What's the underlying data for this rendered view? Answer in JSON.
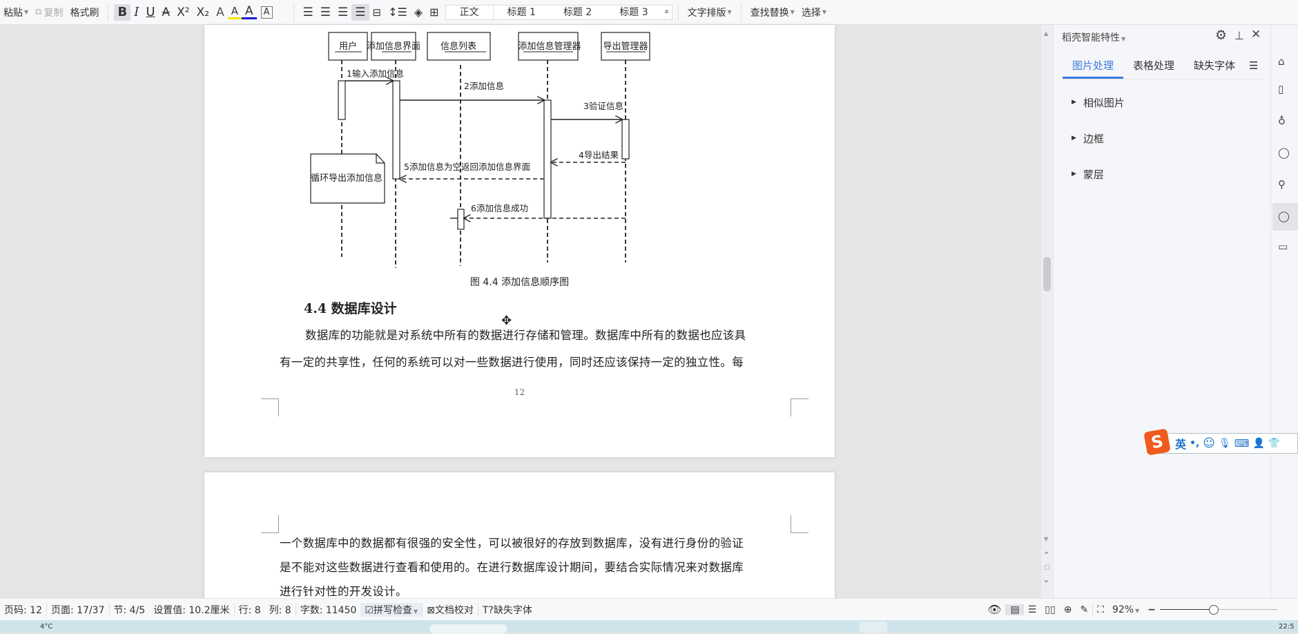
{
  "toolbar": {
    "paste": "粘贴",
    "copy": "复制",
    "format_painter": "格式刷",
    "bold": "B",
    "italic": "I",
    "underline": "U",
    "strike": "A",
    "superscript": "X²",
    "subscript": "X₂",
    "text_effect": "A",
    "highlight": "A",
    "font_color": "A",
    "char_border": "A",
    "styles": [
      "正文",
      "标题 1",
      "标题 2",
      "标题 3"
    ],
    "text_layout": "文字排版",
    "find_replace": "查找替换",
    "select": "选择"
  },
  "document": {
    "diagram": {
      "lifelines": [
        "用户",
        "添加信息界面",
        "信息列表",
        "添加信息管理器",
        "导出管理器"
      ],
      "messages": [
        "1输入添加信息",
        "2添加信息",
        "3验证信息",
        "4导出结果",
        "5添加信息为空返回添加信息界面",
        "6添加信息成功"
      ],
      "note": "循环导出添加信息"
    },
    "caption": "图 4.4  添加信息顺序图",
    "heading": "4.4  数据库设计",
    "para1_lines": [
      "数据库的功能就是对系统中所有的数据进行存储和管理。数据库中所有的数据也应该具",
      "有一定的共享性，任何的系统可以对一些数据进行使用，同时还应该保持一定的独立性。每"
    ],
    "page_number": "12",
    "para2_lines": [
      "一个数据库中的数据都有很强的安全性，可以被很好的存放到数据库，没有进行身份的验证",
      "是不能对这些数据进行查看和使用的。在进行数据库设计期间，要结合实际情况来对数据库",
      "进行针对性的开发设计。"
    ]
  },
  "panel": {
    "title": "稻壳智能特性",
    "tabs": [
      "图片处理",
      "表格处理",
      "缺失字体"
    ],
    "active_tab": "图片处理",
    "items": [
      "相似图片",
      "边框",
      "蒙层"
    ]
  },
  "ime": {
    "lang": "英",
    "punct": "•,"
  },
  "status": {
    "page_code": "页码: 12",
    "page": "页面: 17/37",
    "section": "节: 4/5",
    "setting": "设置值: 10.2厘米",
    "row": "行: 8",
    "col": "列: 8",
    "word_count": "字数: 11450",
    "spell_check": "拼写检查",
    "doc_proof": "文档校对",
    "missing_font": "缺失字体",
    "zoom": "92%",
    "zoom_level_percent": 92
  },
  "taskbar": {
    "weather": "4°C",
    "clock": "22:5"
  },
  "colors": {
    "accent": "#3a7be0",
    "ime_orange": "#ef5a1d",
    "ime_blue": "#1e73c8"
  }
}
